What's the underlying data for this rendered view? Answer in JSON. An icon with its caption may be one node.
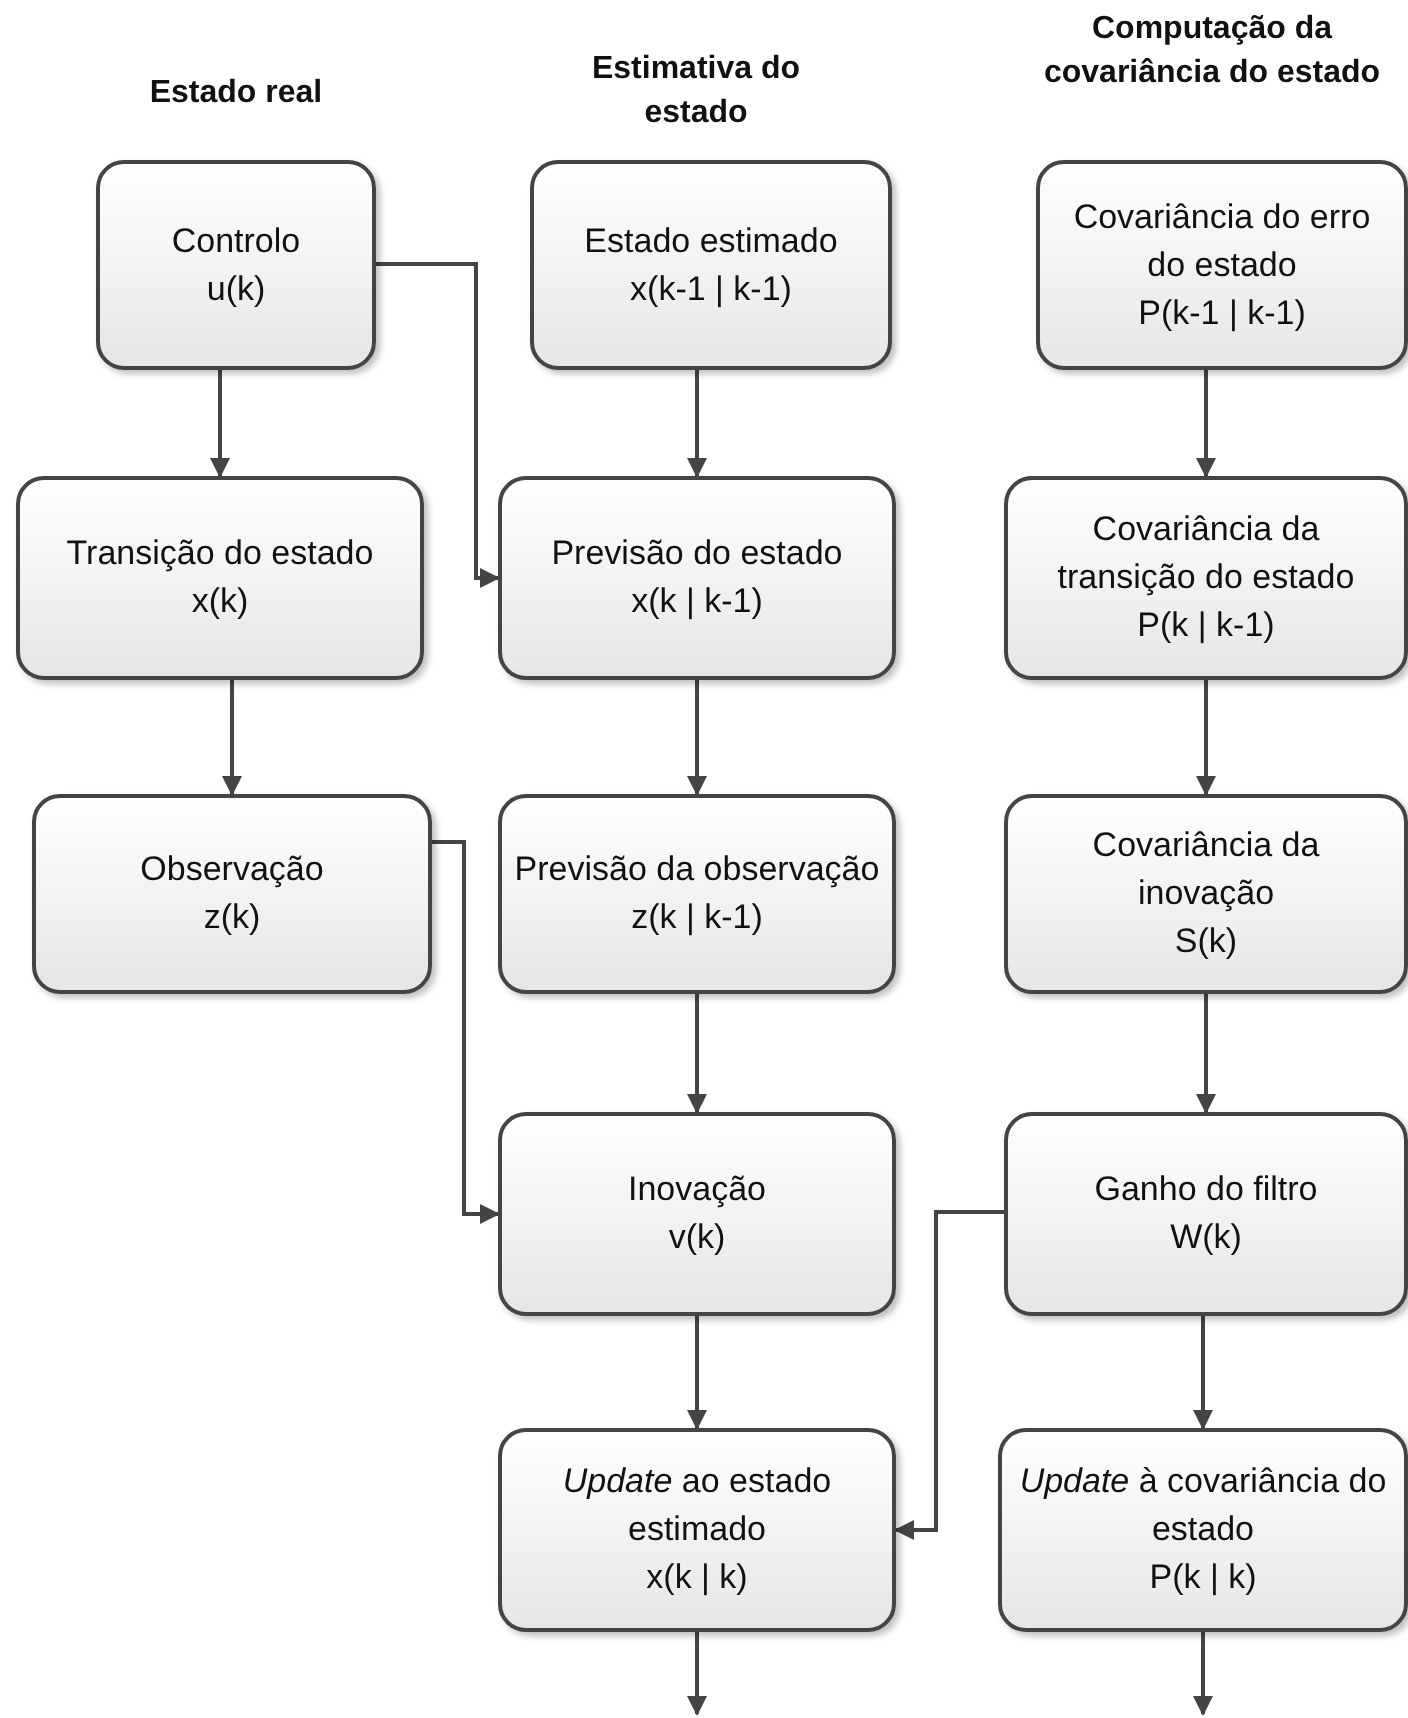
{
  "diagram": {
    "nodes": [
      {
        "text": [
          "Controlo",
          "u(k)"
        ]
      },
      {
        "text": [
          "Estado estimado",
          "x(k-1 | k-1)"
        ]
      },
      {
        "text": [
          "Covariância do erro do estado",
          "P(k-1 | k-1)"
        ]
      },
      {
        "text": [
          "Transição do estado",
          "x(k)"
        ]
      },
      {
        "text": [
          "Previsão do estado",
          "x(k | k-1)"
        ]
      },
      {
        "text": [
          "Covariância da transição do estado",
          "P(k | k-1)"
        ]
      },
      {
        "text": [
          "Observação",
          "z(k)"
        ]
      },
      {
        "text": [
          "Previsão da observação",
          "z(k | k-1)"
        ]
      },
      {
        "text": [
          "Covariância da inovação",
          "S(k)"
        ]
      },
      {
        "text": [
          "Inovação",
          "v(k)"
        ]
      },
      {
        "text": [
          "Ganho do filtro",
          "W(k)"
        ]
      },
      {
        "text": [
          "*Update* ao estado estimado",
          "x(k | k)"
        ]
      },
      {
        "text": [
          "*Update* à covariância do estado",
          "P(k | k)"
        ]
      }
    ],
    "edges": [
      {
        "from": 0,
        "to": 3,
        "arrow": "to"
      },
      {
        "from": 0,
        "to": 4,
        "arrow": "to"
      },
      {
        "from": 1,
        "to": 4,
        "arrow": "to"
      },
      {
        "from": 2,
        "to": 5,
        "arrow": "to"
      },
      {
        "from": 3,
        "to": 6,
        "arrow": "to"
      },
      {
        "from": 4,
        "to": 7,
        "arrow": "to"
      },
      {
        "from": 5,
        "to": 8,
        "arrow": "to"
      },
      {
        "from": 6,
        "to": 9,
        "arrow": "to"
      },
      {
        "from": 7,
        "to": 9,
        "arrow": "to"
      },
      {
        "from": 8,
        "to": 10,
        "arrow": "to"
      },
      {
        "from": 9,
        "to": 11,
        "arrow": "to"
      },
      {
        "from": 10,
        "to": 11,
        "arrow": "to"
      },
      {
        "from": 10,
        "to": 12,
        "arrow": "to"
      },
      {
        "from": 11,
        "to": null,
        "arrow": "to"
      },
      {
        "from": 12,
        "to": null,
        "arrow": "to"
      }
    ],
    "labels": [
      "Estado real",
      "Estimativa do estado",
      "Computação da covariância do estado"
    ]
  }
}
